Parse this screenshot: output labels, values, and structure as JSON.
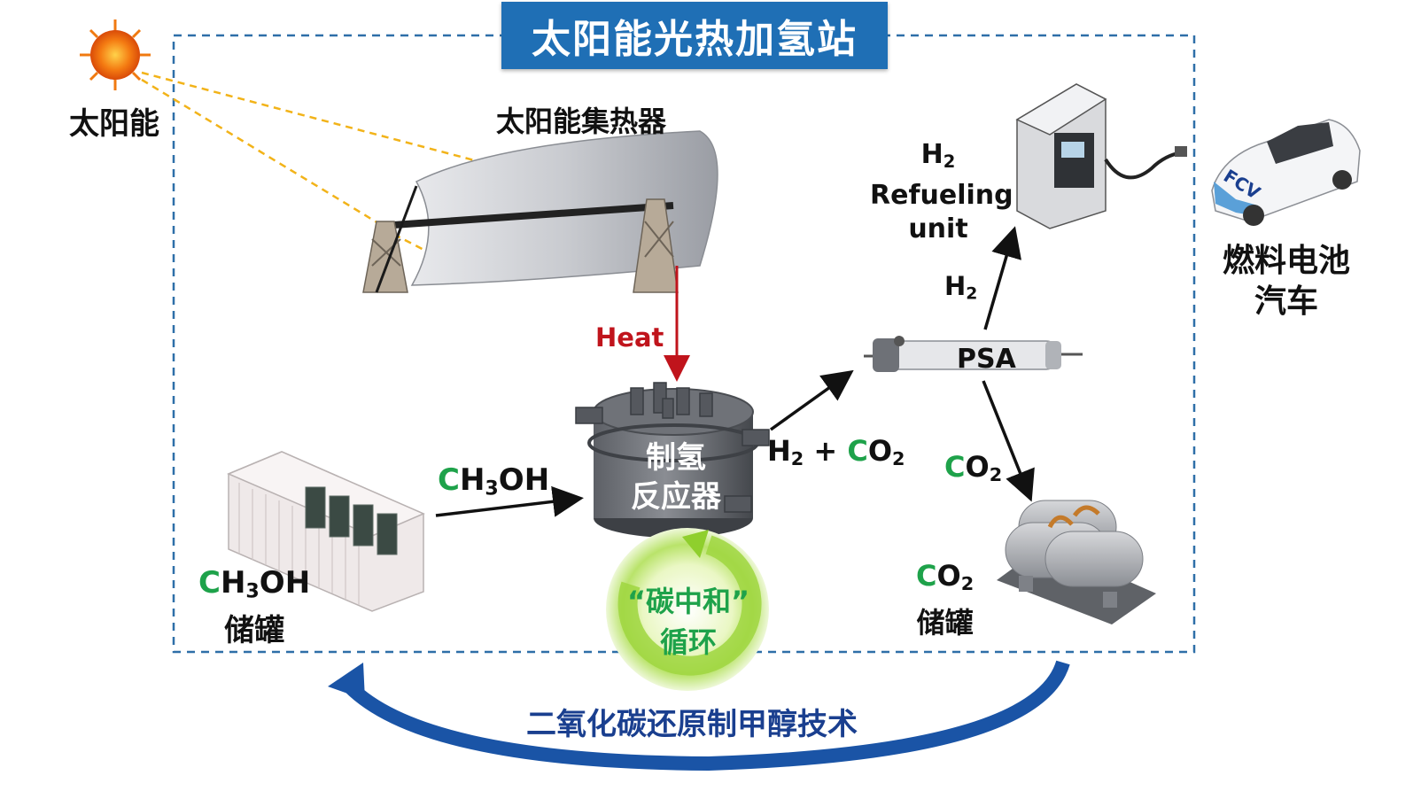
{
  "title": "太阳能光热加氢站",
  "sun_label": "太阳能",
  "collector_label": "太阳能集热器",
  "heat_label": "Heat",
  "reactor_label_line1": "制氢",
  "reactor_label_line2": "反应器",
  "methanol_flow": {
    "green_part": "C",
    "rest": "H",
    "sub": "3",
    "tail": "OH"
  },
  "methanol_tank": {
    "green_part": "C",
    "rest": "H",
    "sub": "3",
    "tail": "OH",
    "line2": "储罐"
  },
  "reactor_output": {
    "h_part": "H",
    "h_sub": "2",
    "plus": " + ",
    "green_part": "C",
    "o_part": "O",
    "o_sub": "2"
  },
  "psa_label": "PSA",
  "h2_flow": {
    "h_part": "H",
    "h_sub": "2"
  },
  "co2_flow": {
    "green_part": "C",
    "o_part": "O",
    "o_sub": "2"
  },
  "refueling": {
    "line1_h": "H",
    "line1_sub": "2",
    "line2": "Refueling",
    "line3": "unit"
  },
  "fcv_badge": "FCV",
  "fcv_label_line1": "燃料电池",
  "fcv_label_line2": "汽车",
  "co2_tank": {
    "green_part": "C",
    "o_part": "O",
    "o_sub": "2",
    "line2": "储罐"
  },
  "carbon_cycle_line1": "“碳中和”",
  "carbon_cycle_line2": "循环",
  "bottom_label": "二氧化碳还原制甲醇技术",
  "colors": {
    "title_bg": "#1f6fb5",
    "green": "#1ea24a",
    "heat_red": "#c0141c",
    "cycle_blue": "#1a3f8f",
    "dashed_border": "#2e6fa8"
  }
}
